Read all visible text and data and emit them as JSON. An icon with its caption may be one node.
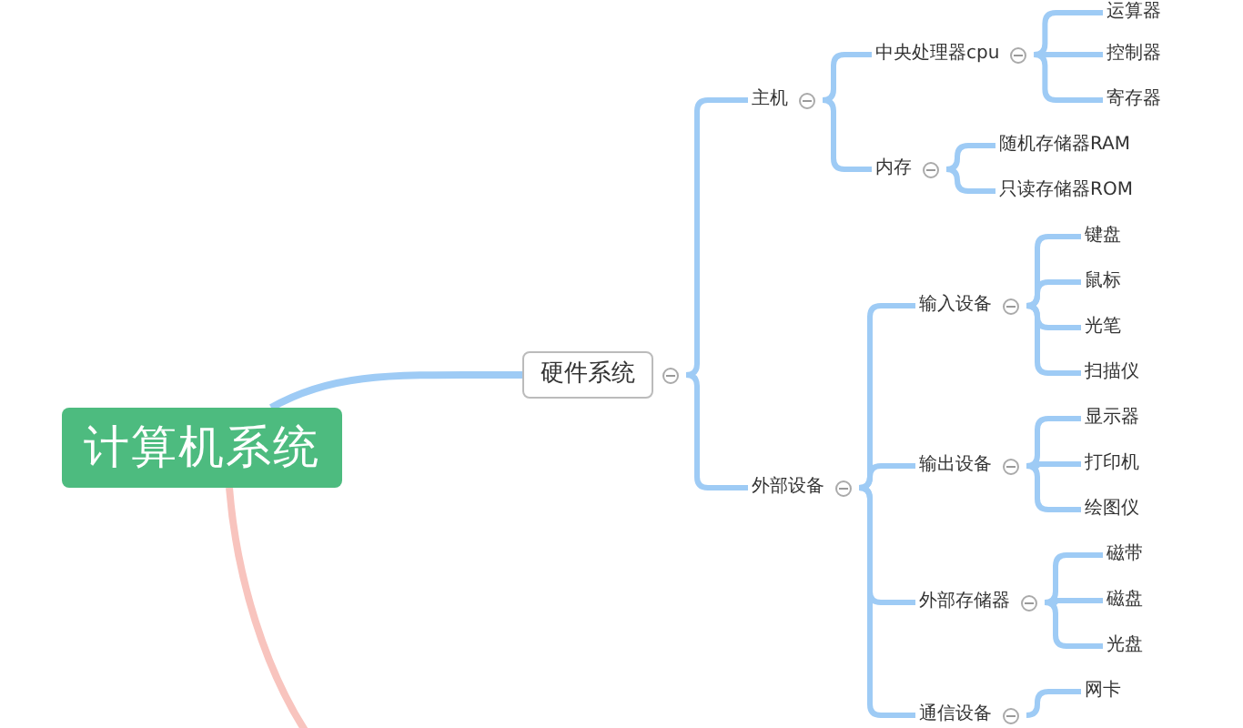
{
  "diagram": {
    "nodes": [
      {
        "text": [
          "计算机系统"
        ]
      },
      {
        "text": [
          "硬件系统"
        ]
      },
      {
        "text": [
          "主机"
        ]
      },
      {
        "text": [
          "中央处理器cpu"
        ]
      },
      {
        "text": [
          "运算器"
        ]
      },
      {
        "text": [
          "控制器"
        ]
      },
      {
        "text": [
          "寄存器"
        ]
      },
      {
        "text": [
          "内存"
        ]
      },
      {
        "text": [
          "随机存储器RAM"
        ]
      },
      {
        "text": [
          "只读存储器ROM"
        ]
      },
      {
        "text": [
          "外部设备"
        ]
      },
      {
        "text": [
          "输入设备"
        ]
      },
      {
        "text": [
          "键盘"
        ]
      },
      {
        "text": [
          "鼠标"
        ]
      },
      {
        "text": [
          "光笔"
        ]
      },
      {
        "text": [
          "扫描仪"
        ]
      },
      {
        "text": [
          "输出设备"
        ]
      },
      {
        "text": [
          "显示器"
        ]
      },
      {
        "text": [
          "打印机"
        ]
      },
      {
        "text": [
          "绘图仪"
        ]
      },
      {
        "text": [
          "外部存储器"
        ]
      },
      {
        "text": [
          "磁带"
        ]
      },
      {
        "text": [
          "磁盘"
        ]
      },
      {
        "text": [
          "光盘"
        ]
      },
      {
        "text": [
          "通信设备"
        ]
      },
      {
        "text": [
          "网卡"
        ]
      }
    ],
    "edges": [
      {
        "from": 0,
        "to": 1,
        "arrow": "none"
      },
      {
        "from": 0,
        "to": null,
        "arrow": "none",
        "color": "#f8c4be"
      },
      {
        "from": 1,
        "to": 2,
        "arrow": "none"
      },
      {
        "from": 1,
        "to": 10,
        "arrow": "none"
      },
      {
        "from": 2,
        "to": 3,
        "arrow": "none"
      },
      {
        "from": 2,
        "to": 7,
        "arrow": "none"
      },
      {
        "from": 3,
        "to": 4,
        "arrow": "none"
      },
      {
        "from": 3,
        "to": 5,
        "arrow": "none"
      },
      {
        "from": 3,
        "to": 6,
        "arrow": "none"
      },
      {
        "from": 7,
        "to": 8,
        "arrow": "none"
      },
      {
        "from": 7,
        "to": 9,
        "arrow": "none"
      },
      {
        "from": 10,
        "to": 11,
        "arrow": "none"
      },
      {
        "from": 10,
        "to": 16,
        "arrow": "none"
      },
      {
        "from": 10,
        "to": 20,
        "arrow": "none"
      },
      {
        "from": 10,
        "to": 24,
        "arrow": "none"
      },
      {
        "from": 11,
        "to": 12,
        "arrow": "none"
      },
      {
        "from": 11,
        "to": 13,
        "arrow": "none"
      },
      {
        "from": 11,
        "to": 14,
        "arrow": "none"
      },
      {
        "from": 11,
        "to": 15,
        "arrow": "none"
      },
      {
        "from": 16,
        "to": 17,
        "arrow": "none"
      },
      {
        "from": 16,
        "to": 18,
        "arrow": "none"
      },
      {
        "from": 16,
        "to": 19,
        "arrow": "none"
      },
      {
        "from": 20,
        "to": 21,
        "arrow": "none"
      },
      {
        "from": 20,
        "to": 22,
        "arrow": "none"
      },
      {
        "from": 20,
        "to": 23,
        "arrow": "none"
      },
      {
        "from": 24,
        "to": 25,
        "arrow": "none"
      }
    ]
  }
}
